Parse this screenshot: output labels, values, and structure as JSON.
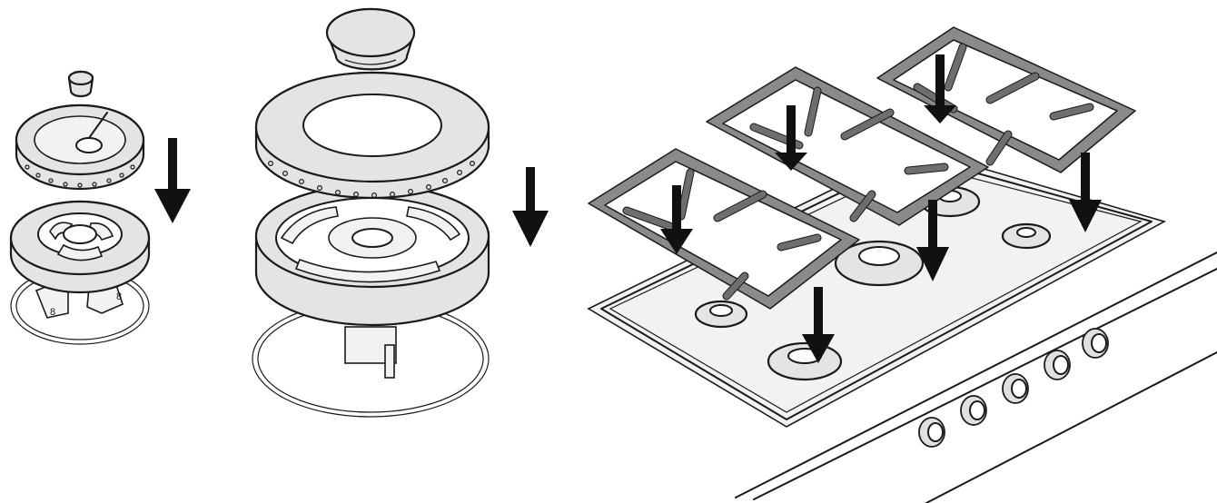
{
  "figure": {
    "panels": [
      "small-burner-assembly",
      "wok-burner-assembly",
      "hob-grate-placement"
    ],
    "accent_color": "#e4e4e4",
    "grate_color": "#8a8a8a",
    "arrow_color": "#111111"
  },
  "small_burner": {
    "label_left": "8",
    "label_right": "8"
  }
}
